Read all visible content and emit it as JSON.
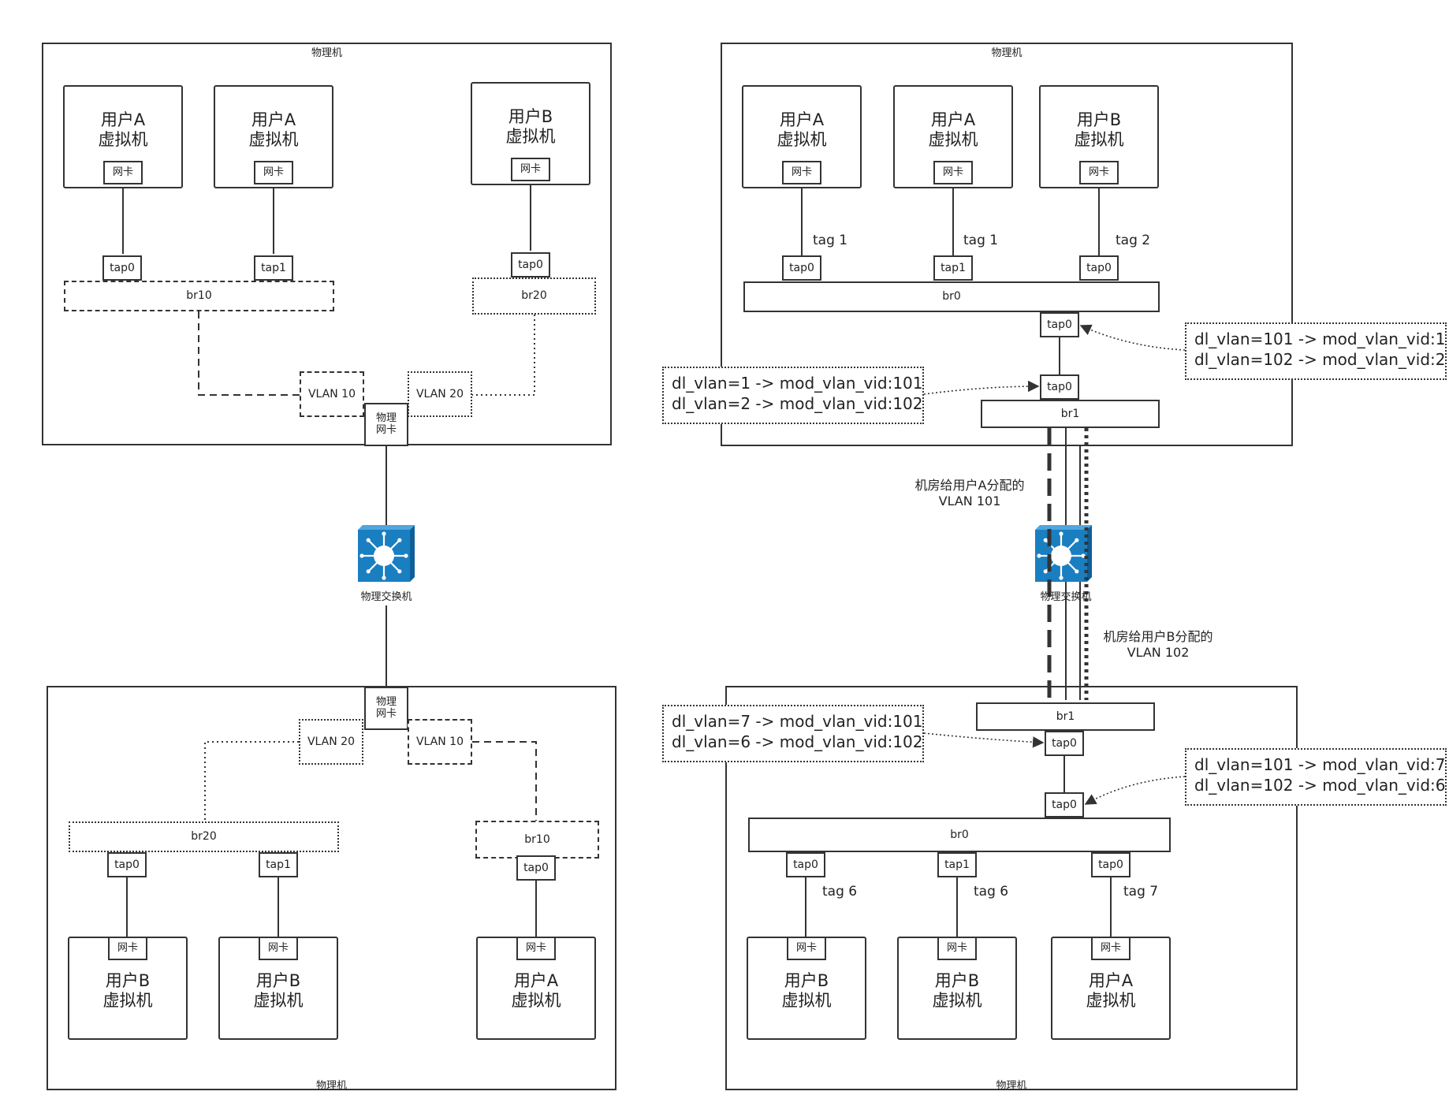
{
  "labels": {
    "host": "物理机",
    "nic": "网卡",
    "phys_nic": "物理\n网卡",
    "switch": "物理交换机",
    "vm_a": "用户A\n虚拟机",
    "vm_b": "用户B\n虚拟机",
    "tap0": "tap0",
    "tap1": "tap1",
    "br0": "br0",
    "br1": "br1",
    "br10": "br10",
    "br20": "br20",
    "vlan10": "VLAN 10",
    "vlan20": "VLAN 20",
    "tag1": "tag 1",
    "tag2": "tag 2",
    "tag6": "tag 6",
    "tag7": "tag 7",
    "note_a": "机房给用户A分配的\nVLAN 101",
    "note_b": "机房给用户B分配的\nVLAN 102"
  },
  "rules": {
    "top_host_tap": [
      "dl_vlan=101 -> mod_vlan_vid:1",
      "dl_vlan=102 -> mod_vlan_vid:2"
    ],
    "top_br1_tap": [
      "dl_vlan=1 -> mod_vlan_vid:101",
      "dl_vlan=2 -> mod_vlan_vid:102"
    ],
    "bottom_br1_tap": [
      "dl_vlan=7 -> mod_vlan_vid:101",
      "dl_vlan=6 -> mod_vlan_vid:102"
    ],
    "bottom_host_tap": [
      "dl_vlan=101 -> mod_vlan_vid:7",
      "dl_vlan=102 -> mod_vlan_vid:6"
    ]
  },
  "colors": {
    "stroke": "#333333",
    "switch_body": "#1a7fc1",
    "switch_side": "#0d5f99",
    "switch_top": "#4fa7dd"
  }
}
